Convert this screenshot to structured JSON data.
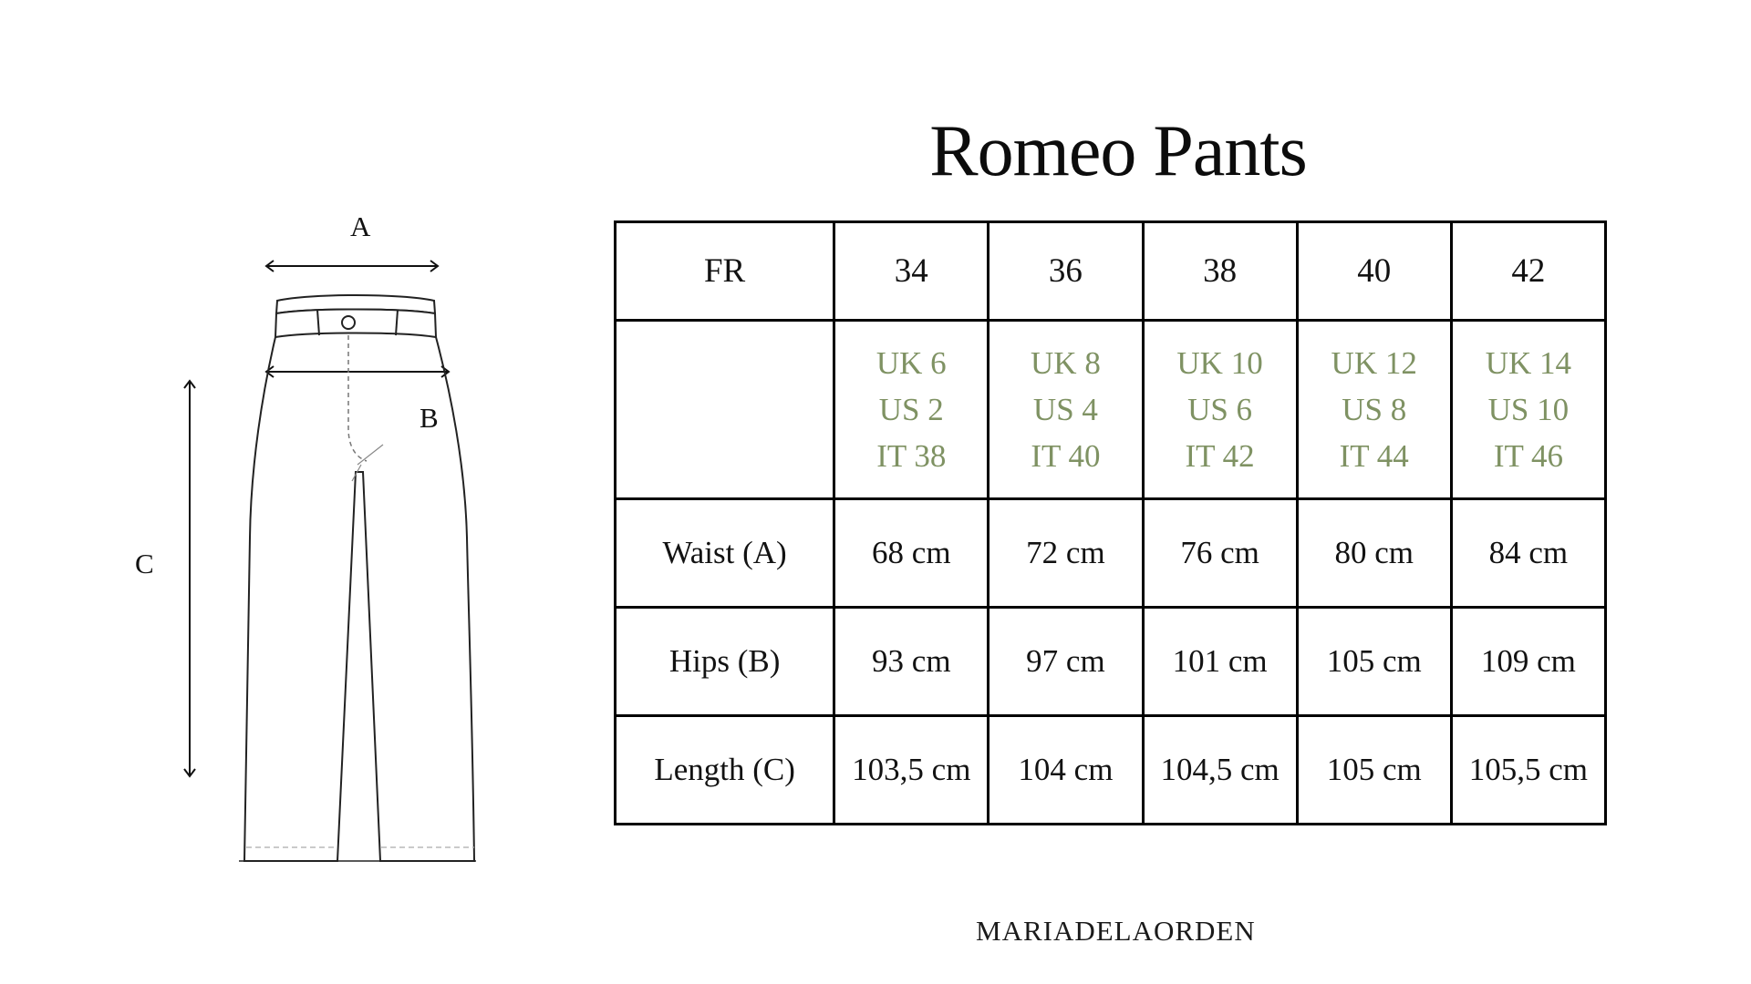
{
  "product": {
    "title": "Romeo Pants"
  },
  "diagram": {
    "labels": {
      "a": "A",
      "b": "B",
      "c": "C"
    }
  },
  "size_table": {
    "header": {
      "label": "FR",
      "sizes": [
        "34",
        "36",
        "38",
        "40",
        "42"
      ]
    },
    "conversions": [
      {
        "uk": "UK 6",
        "us": "US 2",
        "it": "IT 38"
      },
      {
        "uk": "UK 8",
        "us": "US 4",
        "it": "IT 40"
      },
      {
        "uk": "UK 10",
        "us": "US 6",
        "it": "IT 42"
      },
      {
        "uk": "UK 12",
        "us": "US 8",
        "it": "IT 44"
      },
      {
        "uk": "UK 14",
        "us": "US 10",
        "it": "IT 46"
      }
    ],
    "conversion_color": "#7f9263",
    "rows": [
      {
        "label": "Waist (A)",
        "values": [
          "68 cm",
          "72 cm",
          "76 cm",
          "80 cm",
          "84 cm"
        ]
      },
      {
        "label": "Hips (B)",
        "values": [
          "93 cm",
          "97 cm",
          "101 cm",
          "105 cm",
          "109 cm"
        ]
      },
      {
        "label": "Length (C)",
        "values": [
          "103,5 cm",
          "104 cm",
          "104,5 cm",
          "105 cm",
          "105,5 cm"
        ]
      }
    ]
  },
  "brand": {
    "name": "MARIADELAORDEN"
  }
}
